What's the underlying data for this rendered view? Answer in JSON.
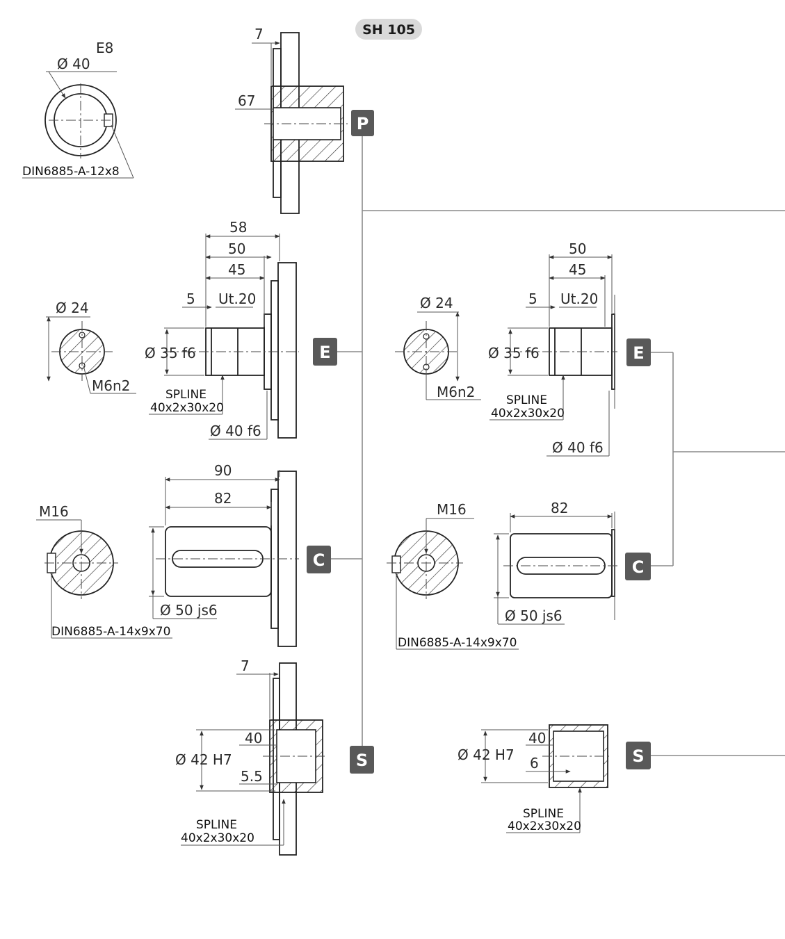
{
  "title": "SH 105",
  "badges": {
    "p": "P",
    "e": "E",
    "c": "C",
    "s": "S"
  },
  "p_section": {
    "dia": "Ø 40",
    "tol": "E8",
    "key": "DIN6885-A-12x8",
    "flange_offset": "7",
    "depth": "67"
  },
  "e_left": {
    "dia": "Ø 24",
    "thread": "M6n2",
    "d58": "58",
    "d50": "50",
    "d45": "45",
    "d5": "5",
    "ut": "Ut.20",
    "shaft": "Ø 35 f6",
    "spline_1": "SPLINE",
    "spline_2": "40x2x30x20",
    "pilot": "Ø 40 f6"
  },
  "e_right": {
    "dia": "Ø 24",
    "thread": "M6n2",
    "d50": "50",
    "d45": "45",
    "d5": "5",
    "ut": "Ut.20",
    "shaft": "Ø 35 f6",
    "spline_1": "SPLINE",
    "spline_2": "40x2x30x20",
    "pilot": "Ø 40 f6"
  },
  "c_left": {
    "thread": "M16",
    "d90": "90",
    "d82": "82",
    "shaft": "Ø 50 js6",
    "key": "DIN6885-A-14x9x70"
  },
  "c_right": {
    "thread": "M16",
    "d82": "82",
    "shaft": "Ø 50 js6",
    "key": "DIN6885-A-14x9x70"
  },
  "s_left": {
    "d7": "7",
    "bore": "Ø 42 H7",
    "d40": "40",
    "d55": "5.5",
    "spline_1": "SPLINE",
    "spline_2": "40x2x30x20"
  },
  "s_right": {
    "bore": "Ø 42 H7",
    "d40": "40",
    "d6": "6",
    "spline_1": "SPLINE",
    "spline_2": "40x2x30x20"
  },
  "colors": {
    "badge": "#595959",
    "title_bg": "#d9d9d9",
    "hatch": "#333333",
    "connector": "#8a8a8a"
  }
}
